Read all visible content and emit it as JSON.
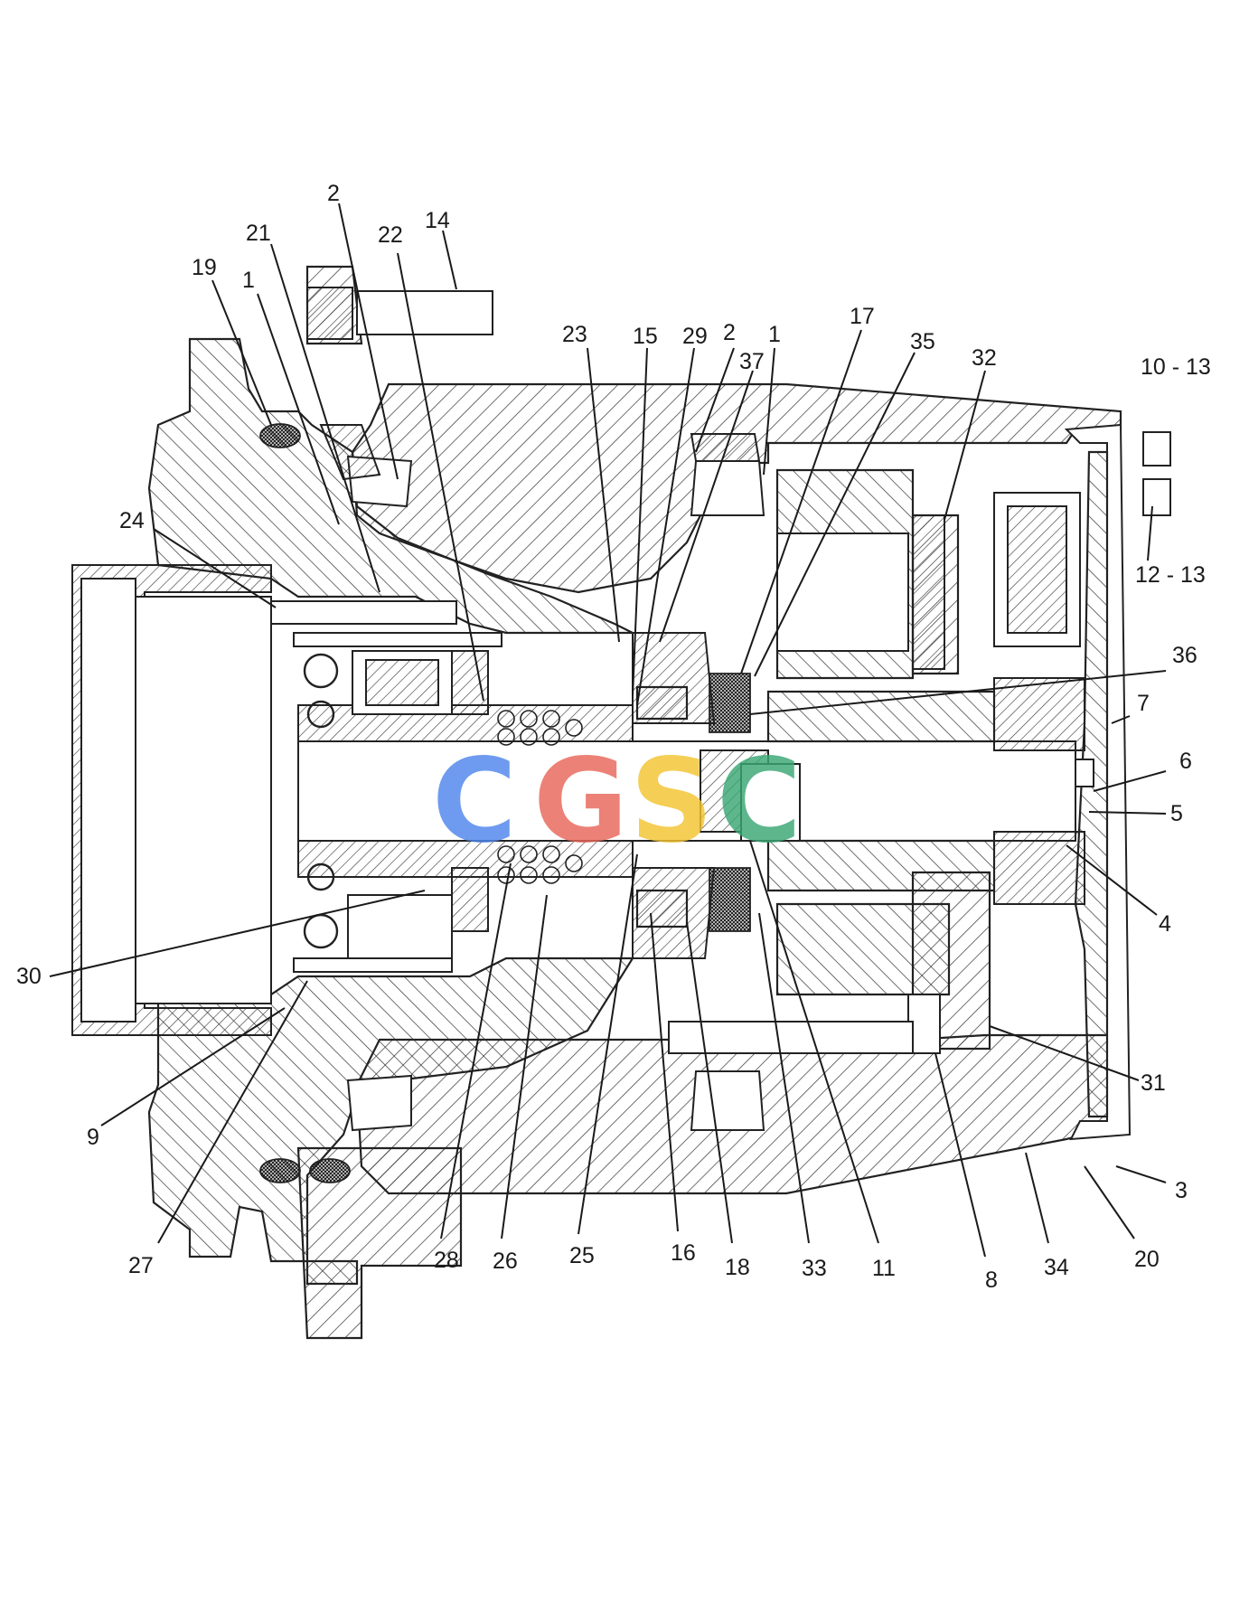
{
  "diagram": {
    "callouts": [
      {
        "id": "c-2-top",
        "label": "2"
      },
      {
        "id": "c-14",
        "label": "14"
      },
      {
        "id": "c-21",
        "label": "21"
      },
      {
        "id": "c-22",
        "label": "22"
      },
      {
        "id": "c-19",
        "label": "19"
      },
      {
        "id": "c-1-left",
        "label": "1"
      },
      {
        "id": "c-23",
        "label": "23"
      },
      {
        "id": "c-15",
        "label": "15"
      },
      {
        "id": "c-29",
        "label": "29"
      },
      {
        "id": "c-2-mid",
        "label": "2"
      },
      {
        "id": "c-1-mid",
        "label": "1"
      },
      {
        "id": "c-17",
        "label": "17"
      },
      {
        "id": "c-37",
        "label": "37"
      },
      {
        "id": "c-35",
        "label": "35"
      },
      {
        "id": "c-32",
        "label": "32"
      },
      {
        "id": "c-10-13",
        "label": "10 - 13"
      },
      {
        "id": "c-12-13",
        "label": "12 - 13"
      },
      {
        "id": "c-24",
        "label": "24"
      },
      {
        "id": "c-36",
        "label": "36"
      },
      {
        "id": "c-7",
        "label": "7"
      },
      {
        "id": "c-6",
        "label": "6"
      },
      {
        "id": "c-5",
        "label": "5"
      },
      {
        "id": "c-4",
        "label": "4"
      },
      {
        "id": "c-30",
        "label": "30"
      },
      {
        "id": "c-31",
        "label": "31"
      },
      {
        "id": "c-9",
        "label": "9"
      },
      {
        "id": "c-3",
        "label": "3"
      },
      {
        "id": "c-27",
        "label": "27"
      },
      {
        "id": "c-28",
        "label": "28"
      },
      {
        "id": "c-26",
        "label": "26"
      },
      {
        "id": "c-25",
        "label": "25"
      },
      {
        "id": "c-16",
        "label": "16"
      },
      {
        "id": "c-18",
        "label": "18"
      },
      {
        "id": "c-33",
        "label": "33"
      },
      {
        "id": "c-11",
        "label": "11"
      },
      {
        "id": "c-8",
        "label": "8"
      },
      {
        "id": "c-34",
        "label": "34"
      },
      {
        "id": "c-20",
        "label": "20"
      }
    ]
  },
  "watermark": {
    "letters": [
      {
        "id": "wm-c1",
        "text": "C",
        "color": "#4f86ec"
      },
      {
        "id": "wm-g",
        "text": "G",
        "color": "#e8665a"
      },
      {
        "id": "wm-s",
        "text": "S",
        "color": "#f4c430"
      },
      {
        "id": "wm-c2",
        "text": "C",
        "color": "#3aa774"
      }
    ]
  }
}
